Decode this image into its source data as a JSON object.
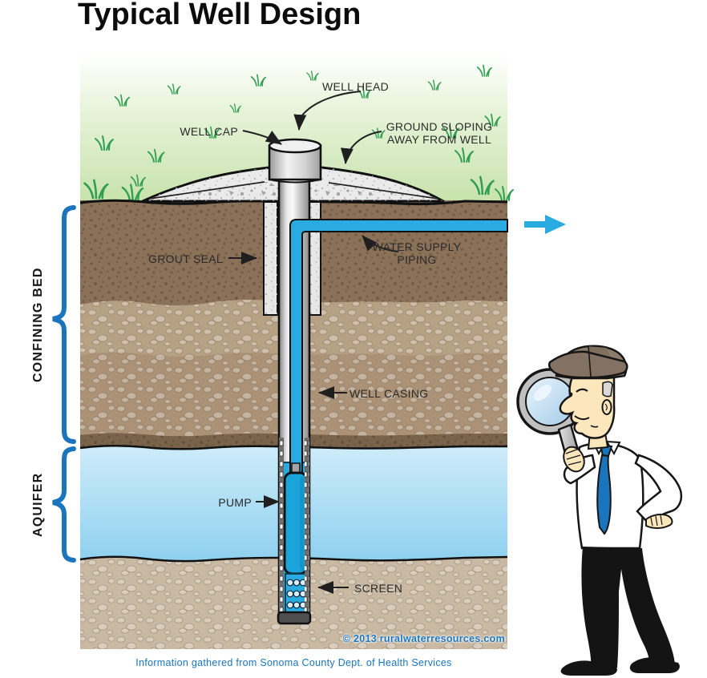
{
  "title": "Typical Well Design",
  "labels": {
    "well_head": "WELL HEAD",
    "well_cap": "WELL CAP",
    "ground_sloping_line1": "GROUND SLOPING",
    "ground_sloping_line2": "AWAY FROM WELL",
    "grout_seal": "GROUT SEAL",
    "water_supply_line1": "WATER SUPPLY",
    "water_supply_line2": "PIPING",
    "well_casing": "WELL CASING",
    "pump": "PUMP",
    "screen": "SCREEN",
    "confining_bed": "CONFINING BED",
    "aquifer": "AQUIFER"
  },
  "footer": {
    "copyright": "© 2013 ruralwaterresources.com",
    "caption": "Information gathered from Sonoma County Dept. of Health Services"
  },
  "colors": {
    "accent_blue": "#1b75bc",
    "pipe_cyan": "#29abe2",
    "grass_green": "#c6e2ab",
    "soil_brown": "#8a7158",
    "sand_tan": "#b7a184",
    "aquifer_blue": "#9fd8f2",
    "concrete_gray": "#eaeaea",
    "cap_brown": "#8d7c6a"
  }
}
